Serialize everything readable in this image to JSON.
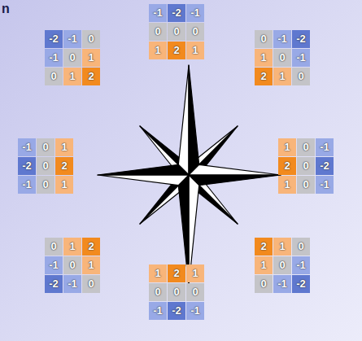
{
  "diagram": {
    "labels": [
      "n",
      "-1",
      "-2",
      "-1",
      "0",
      "0",
      "0",
      "1",
      "2",
      "1",
      "-2",
      "-1",
      "0",
      "-1",
      "0",
      "1",
      "0",
      "1",
      "2",
      "0",
      "-1",
      "-2",
      "1",
      "0",
      "-1",
      "2",
      "1",
      "0",
      "-1",
      "0",
      "1",
      "-2",
      "0",
      "2",
      "-1",
      "0",
      "1",
      "1",
      "0",
      "-1",
      "2",
      "0",
      "-2",
      "1",
      "0",
      "-1",
      "0",
      "1",
      "2",
      "-1",
      "0",
      "1",
      "-2",
      "-1",
      "0",
      "2",
      "1",
      "0",
      "1",
      "0",
      "-1",
      "0",
      "-1",
      "-2",
      "1",
      "2",
      "1",
      "0",
      "0",
      "0",
      "-1",
      "-2",
      "-1"
    ]
  }
}
